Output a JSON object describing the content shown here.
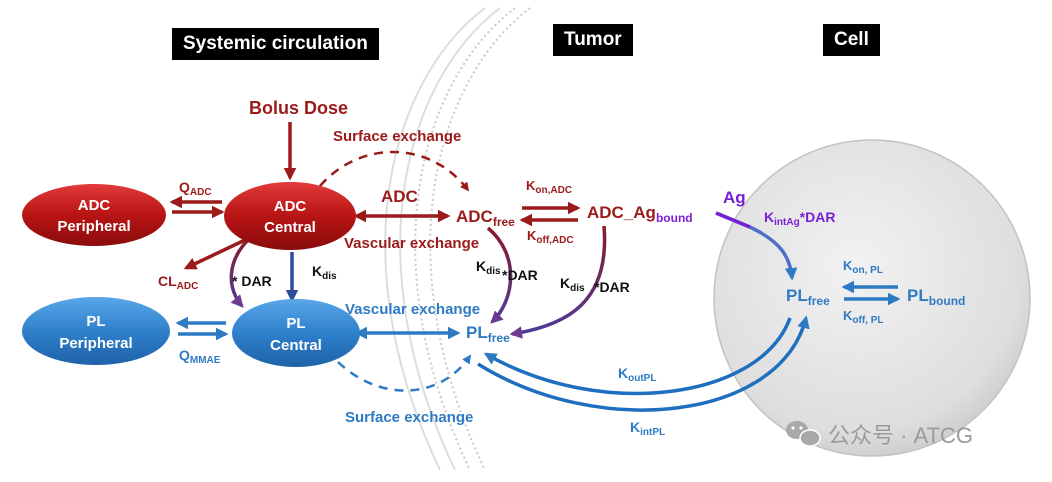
{
  "headers": {
    "systemic": "Systemic circulation",
    "tumor": "Tumor",
    "cell": "Cell"
  },
  "nodes": {
    "adc_peripheral": [
      "ADC",
      "Peripheral"
    ],
    "adc_central": [
      "ADC",
      "Central"
    ],
    "pl_peripheral": [
      "PL",
      "Peripheral"
    ],
    "pl_central": [
      "PL",
      "Central"
    ]
  },
  "labels": {
    "bolus_dose": "Bolus Dose",
    "surface_exchange_top": "Surface exchange",
    "adc_arrow": "ADC",
    "vascular_exchange_adc": "Vascular exchange",
    "vascular_exchange_pl": "Vascular exchange",
    "surface_exchange_bottom": "Surface exchange",
    "q_adc": {
      "main": "Q",
      "sub": "ADC"
    },
    "cl_adc": {
      "main": "CL",
      "sub": "ADC"
    },
    "q_mmae": {
      "main": "Q",
      "sub": "MMAE"
    },
    "dar_left": "* DAR",
    "k_dis_left": {
      "main": "K",
      "sub": "dis"
    },
    "adc_free": {
      "main": "ADC",
      "sub": "free"
    },
    "adc_ag_bound": {
      "main": "ADC_Ag",
      "sub": "bound"
    },
    "k_on_adc": {
      "main": "K",
      "sub": "on,ADC"
    },
    "k_off_adc": {
      "main": "K",
      "sub": "off,ADC"
    },
    "k_dis_mid": {
      "main": "K",
      "sub": "dis"
    },
    "dar_mid": "*DAR",
    "k_dis_right": {
      "main": "K",
      "sub": "dis"
    },
    "dar_right": "*DAR",
    "pl_free_tumor": {
      "main": "PL",
      "sub": "free"
    },
    "ag": "Ag",
    "k_int_ag": {
      "main": "K",
      "sub": "intAg",
      "tail": "*DAR"
    },
    "pl_free_cell": {
      "main": "PL",
      "sub": "free"
    },
    "pl_bound": {
      "main": "PL",
      "sub": "bound"
    },
    "k_on_pl": {
      "main": "K",
      "sub": "on, PL"
    },
    "k_off_pl": {
      "main": "K",
      "sub": "off, PL"
    },
    "k_out_pl": {
      "main": "K",
      "sub": "outPL"
    },
    "k_int_pl": {
      "main": "K",
      "sub": "intPL"
    }
  },
  "watermark": "公众号 · ATCG",
  "colors": {
    "adc_red": "#9b1a1a",
    "pl_blue": "#2e7bc4",
    "node_red": "#b71c1c",
    "node_blue": "#2f80cc",
    "dark_blue": "#2c4d9c",
    "purple": "#7a1fd6",
    "cell_gray": "#e4e4e4"
  }
}
